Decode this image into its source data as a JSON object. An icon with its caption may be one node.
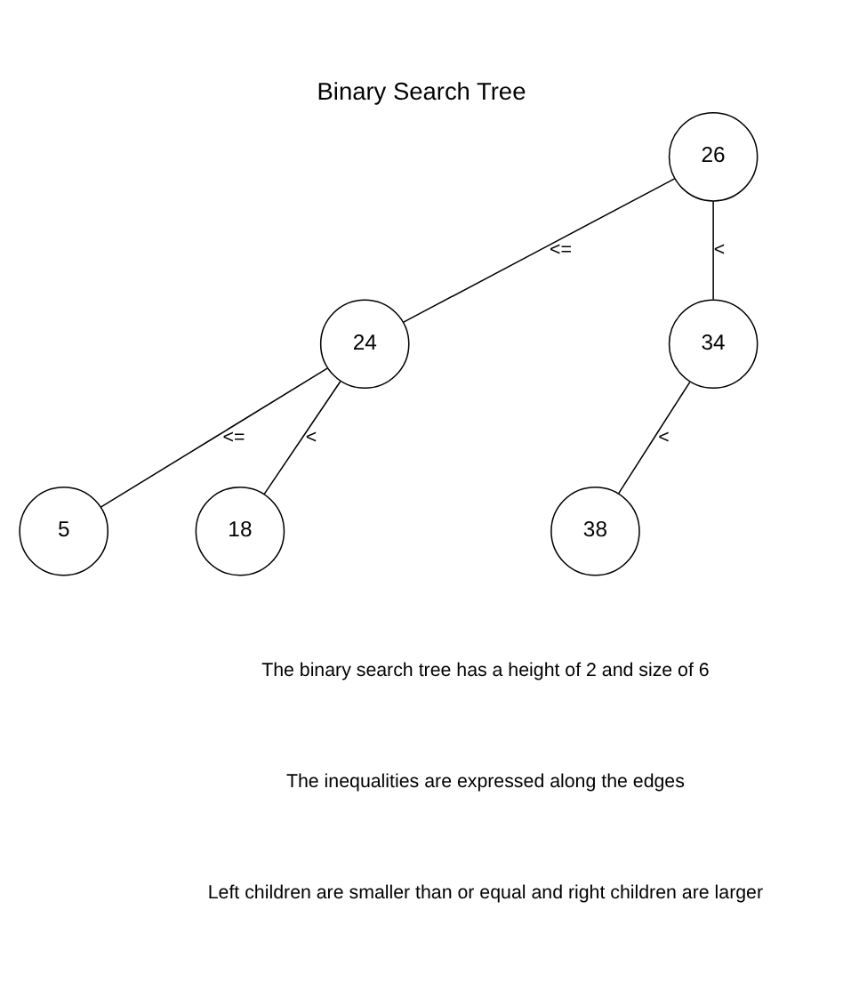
{
  "diagram": {
    "title": "Binary Search Tree",
    "nodes": [
      {
        "text": [
          "26"
        ]
      },
      {
        "text": [
          "24"
        ]
      },
      {
        "text": [
          "34"
        ]
      },
      {
        "text": [
          "5"
        ]
      },
      {
        "text": [
          "18"
        ]
      },
      {
        "text": [
          "38"
        ]
      }
    ],
    "edges": [
      {
        "from": 0,
        "to": 1,
        "arrow": "none",
        "label": "<="
      },
      {
        "from": 0,
        "to": 2,
        "arrow": "none",
        "label": "<"
      },
      {
        "from": 1,
        "to": 3,
        "arrow": "none",
        "label": "<="
      },
      {
        "from": 1,
        "to": 4,
        "arrow": "none",
        "label": "<"
      },
      {
        "from": 2,
        "to": 5,
        "arrow": "none",
        "label": "<"
      }
    ],
    "labels": [
      "The binary search tree has a height of 2 and size of 6",
      "The inequalities are expressed along the edges",
      "Left children are smaller than or equal and right children are larger"
    ]
  }
}
